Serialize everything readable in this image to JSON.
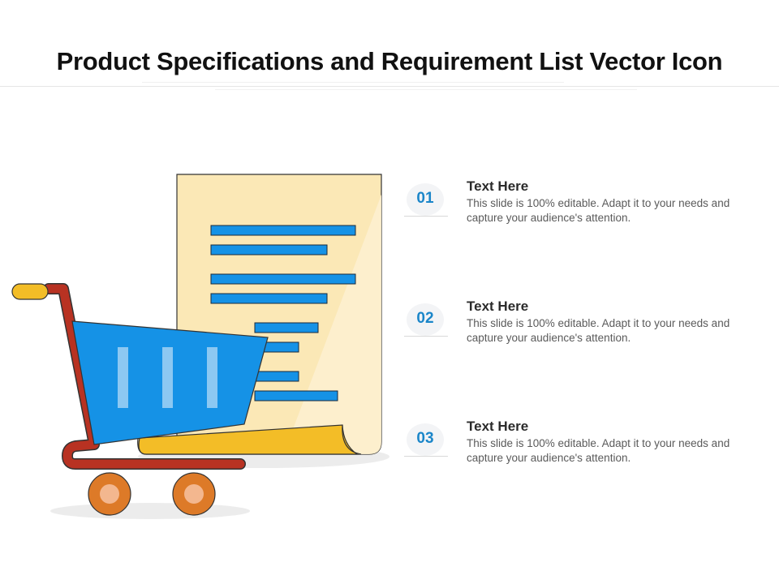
{
  "page": {
    "title": "Product Specifications and Requirement List Vector Icon"
  },
  "colors": {
    "accent": "#1b86c9",
    "document": "#fbe8b6",
    "document_fold": "#f3bd27",
    "list_bars": "#1592e6",
    "cart_basket": "#1592e6",
    "cart_frame": "#b83222",
    "cart_handle": "#f3bd27",
    "wheels": "#dd7a28"
  },
  "illustration": {
    "icons": [
      "document-icon",
      "shopping-cart-icon"
    ]
  },
  "items": [
    {
      "number": "01",
      "title": "Text Here",
      "description": "This slide is 100% editable. Adapt it to your needs and capture your audience's attention."
    },
    {
      "number": "02",
      "title": "Text Here",
      "description": "This slide is 100% editable. Adapt it to your needs and capture your audience's attention."
    },
    {
      "number": "03",
      "title": "Text Here",
      "description": "This slide is 100% editable. Adapt it to your needs and capture your audience's attention."
    }
  ]
}
